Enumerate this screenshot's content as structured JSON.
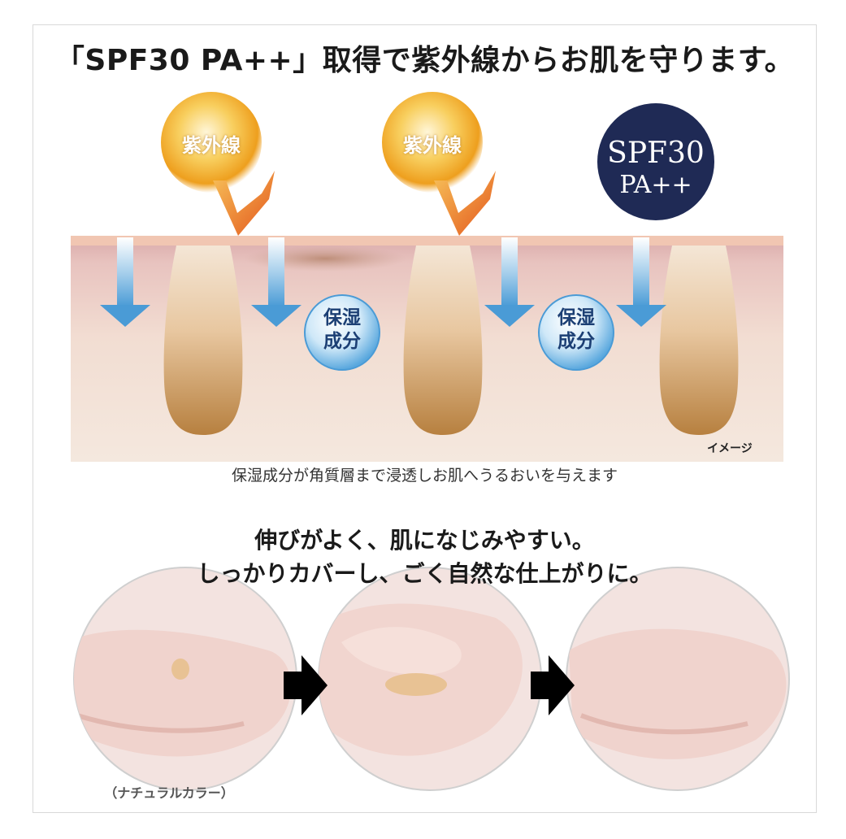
{
  "headline": "「SPF30 PA++」取得で紫外線からお肌を守ります。",
  "uv_badges": [
    {
      "label": "紫外線"
    },
    {
      "label": "紫外線"
    }
  ],
  "spf_badge": {
    "line1": "SPF30",
    "line2": "PA++"
  },
  "moisture_badges": [
    {
      "line1": "保湿",
      "line2": "成分"
    },
    {
      "line1": "保湿",
      "line2": "成分"
    }
  ],
  "image_label": "イメージ",
  "caption": "保湿成分が角質層まで浸透しお肌へうるおいを与えます",
  "tagline": {
    "line1": "伸びがよく、肌になじみやすい。",
    "line2": "しっかりカバーし、ごく自然な仕上がりに。"
  },
  "color_note": "（ナチュラルカラー）",
  "icons": {
    "uv_arrow": "chevron-down-arrow-icon",
    "penetration_arrow": "down-arrow-icon",
    "step_arrow": "right-arrow-icon"
  },
  "colors": {
    "uv_orange": "#f0a020",
    "spf_navy": "#1f2a55",
    "moisture_blue": "#4a9bd6",
    "skin_surface": "#f3d9c9",
    "skin_deep": "#f4e6da",
    "pore_brown": "#c08a52",
    "step_arrow": "#000000"
  }
}
